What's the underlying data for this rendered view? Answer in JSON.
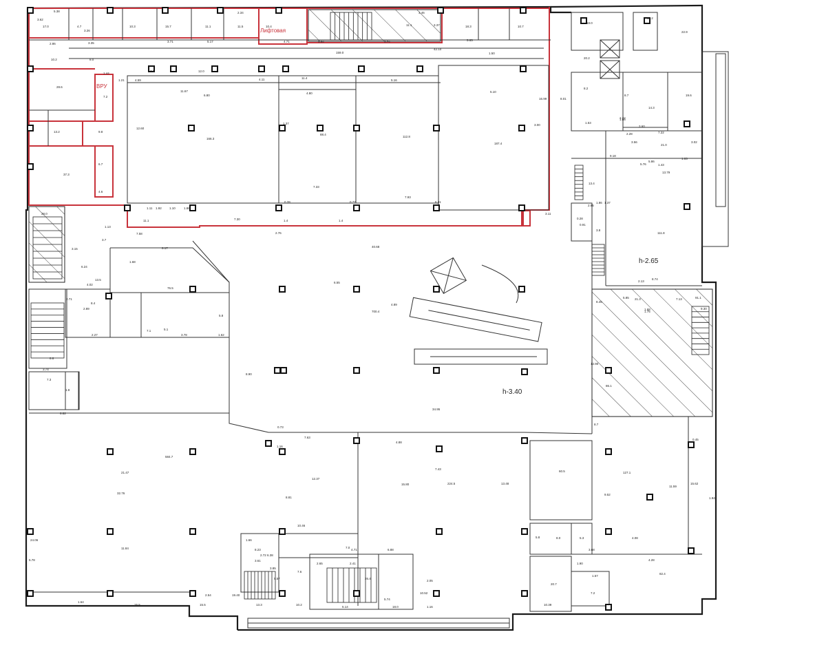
{
  "plan": {
    "labels": {
      "elevator_room": "Лифтовая",
      "vru": "ВРУ",
      "height_upper": "h-2.65",
      "height_lower": "h-3.40"
    },
    "room_areas": [
      "17.0",
      "4.7",
      "10.3",
      "15.7",
      "11.1",
      "11.5",
      "10.4",
      "11.1",
      "18.3",
      "10.7",
      "10.2",
      "8.0",
      "159.0",
      "7.8",
      "12.0",
      "11.4",
      "28.6",
      "7.2",
      "13.2",
      "9.8",
      "166.3",
      "88.4",
      "112.8",
      "187.4",
      "37.3",
      "6.7",
      "4.6",
      "28.0",
      "11.1",
      "1.4",
      "1.4",
      "3.7",
      "13.5",
      "76.5",
      "5.8",
      "700.4",
      "8.4",
      "7.1",
      "5.1",
      "7.0",
      "18.0",
      "20.2",
      "8.2",
      "22.9",
      "10.2",
      "8.7",
      "14.3",
      "19.6",
      "21.0",
      "13.4",
      "111.8",
      "3.8",
      "21.3",
      "91.1",
      "86.1",
      "584.7",
      "127.1",
      "224.5",
      "60.5",
      "5.8",
      "8.0",
      "5.3",
      "82.4",
      "20.7",
      "7.6",
      "13.3",
      "10.2",
      "15.5",
      "15.5",
      "26.4",
      "8.8",
      "7.3",
      "1.8",
      "8.7",
      "7.2"
    ],
    "dimensions": [
      "5.38",
      "3.62",
      "3.26",
      "2.34",
      "3.46",
      "3.37",
      "2.86",
      "3.35",
      "3.71",
      "5.17",
      "4.11",
      "5.65",
      "4.71",
      "5.64",
      "5.74",
      "42.10",
      "1.50",
      "1.44",
      "1.21",
      "4.59",
      "11.67",
      "6.80",
      "4.80",
      "5.16",
      "5.10",
      "16.99",
      "8.01",
      "12.60",
      "1.37",
      "3.00",
      "7.33",
      "7.93",
      "6.31",
      "0.28",
      "0.77",
      "7.30",
      "2.76",
      "1.11",
      "1.10",
      "1.92",
      "1.86",
      "6.17",
      "7.58",
      "1.68",
      "3.15",
      "6.24",
      "1.13",
      "40.68",
      "6.55",
      "4.02",
      "2.71",
      "3.74",
      "2.27",
      "3.78",
      "1.62",
      "8.90",
      "2.89",
      "4.89",
      "6.82",
      "7.63",
      "4.88",
      "5.57",
      "1.16",
      "34.95",
      "0.73",
      "7.43",
      "15.80",
      "13.48",
      "12.37",
      "8.81",
      "10.46",
      "11.84",
      "21.47",
      "32.76",
      "24.06",
      "5.78",
      "8.23",
      "3.61",
      "2.72",
      "1.66",
      "3.85",
      "6.38",
      "2.65",
      "2.41",
      "4.71",
      "6.88",
      "5.74",
      "1.64",
      "2.54",
      "19.40",
      "5.14",
      "18.0",
      "10.39",
      "4.08",
      "4.28",
      "9.52",
      "11.59",
      "15.62",
      "1.94",
      "0.45",
      "10.52",
      "2.05",
      "1.16",
      "3.68",
      "1.90",
      "1.57",
      "8.74",
      "2.13",
      "8.45",
      "12.90",
      "1.53",
      "13.79",
      "9.18",
      "1.03",
      "3.60",
      "7.22",
      "3.02",
      "1.43",
      "5.76",
      "5.86",
      "3.11",
      "0.28",
      "2.65",
      "1.86",
      "1.37",
      "2.22",
      "2.28",
      "3.56",
      "9.30",
      "0.91",
      "1.85",
      "7.13",
      "1.68",
      "1.75",
      "5.85"
    ]
  }
}
